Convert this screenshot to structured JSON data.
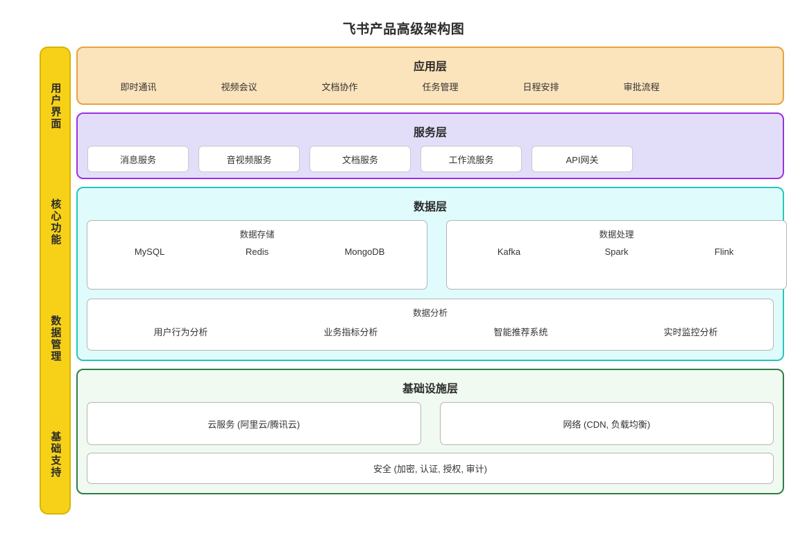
{
  "title": "飞书产品高级架构图",
  "phases": [
    {
      "label": "用户界面"
    },
    {
      "label": "核心功能"
    },
    {
      "label": "数据管理"
    },
    {
      "label": "基础支持"
    }
  ],
  "layers": {
    "application": {
      "title": "应用层",
      "border_color": "#e8a33d",
      "fill_color": "#fbe3bb",
      "items": [
        "即时通讯",
        "视频会议",
        "文档协作",
        "任务管理",
        "日程安排",
        "审批流程"
      ]
    },
    "service": {
      "title": "服务层",
      "border_color": "#9b30e0",
      "fill_color": "#e2defa",
      "items": [
        "消息服务",
        "音视频服务",
        "文档服务",
        "工作流服务",
        "API网关"
      ]
    },
    "data": {
      "title": "数据层",
      "border_color": "#26c6bb",
      "fill_color": "#e0fbfb",
      "groups": [
        {
          "title": "数据存储",
          "items": [
            "MySQL",
            "Redis",
            "MongoDB"
          ]
        },
        {
          "title": "数据处理",
          "items": [
            "Kafka",
            "Spark",
            "Flink"
          ]
        }
      ],
      "analysis": {
        "title": "数据分析",
        "items": [
          "用户行为分析",
          "业务指标分析",
          "智能推荐系统",
          "实时监控分析"
        ]
      }
    },
    "infrastructure": {
      "title": "基础设施层",
      "border_color": "#2e7d46",
      "fill_color": "#f0faf0",
      "boxes": [
        "云服务 (阿里云/腾讯云)",
        "网络 (CDN, 负载均衡)"
      ],
      "full_box": "安全 (加密, 认证, 授权, 审计)"
    }
  }
}
